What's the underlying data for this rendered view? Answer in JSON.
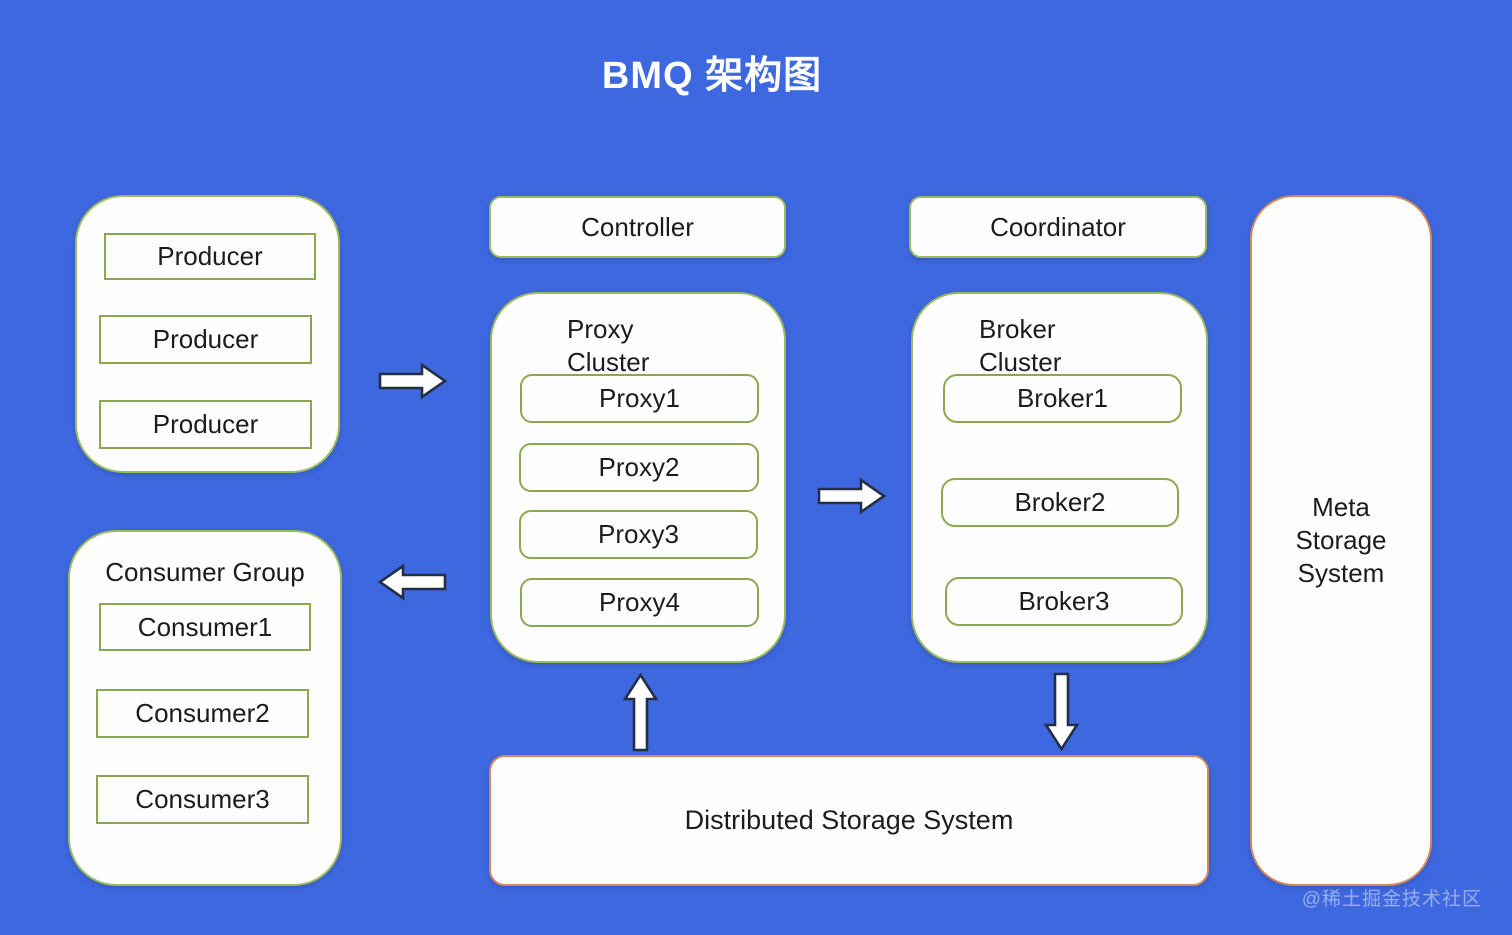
{
  "title": "BMQ 架构图",
  "colors": {
    "background": "#3E68DF",
    "box_fill": "#FEFEFE",
    "cluster_border_green": "#9CBA5E",
    "node_border_green": "#8AA851",
    "storage_border_orange": "#D6885A",
    "text": "#1C1C1C",
    "title_text": "#FFFFFF",
    "arrow_fill": "#FFFFFF",
    "arrow_stroke": "#232E47"
  },
  "producer_group": {
    "items": [
      "Producer",
      "Producer",
      "Producer"
    ]
  },
  "consumer_group": {
    "label": "Consumer Group",
    "items": [
      "Consumer1",
      "Consumer2",
      "Consumer3"
    ]
  },
  "controller": {
    "label": "Controller"
  },
  "coordinator": {
    "label": "Coordinator"
  },
  "proxy_cluster": {
    "label": "Proxy Cluster",
    "items": [
      "Proxy1",
      "Proxy2",
      "Proxy3",
      "Proxy4"
    ]
  },
  "broker_cluster": {
    "label": "Broker Cluster",
    "items": [
      "Broker1",
      "Broker2",
      "Broker3"
    ]
  },
  "meta_storage": {
    "label": "Meta Storage System"
  },
  "distributed_storage": {
    "label": "Distributed Storage System"
  },
  "arrows": [
    "producers-to-proxy-cluster",
    "proxy-cluster-to-broker-cluster",
    "proxy-cluster-to-consumer-group",
    "distributed-storage-to-proxy-cluster",
    "broker-cluster-to-distributed-storage"
  ],
  "watermark": "@稀土掘金技术社区"
}
